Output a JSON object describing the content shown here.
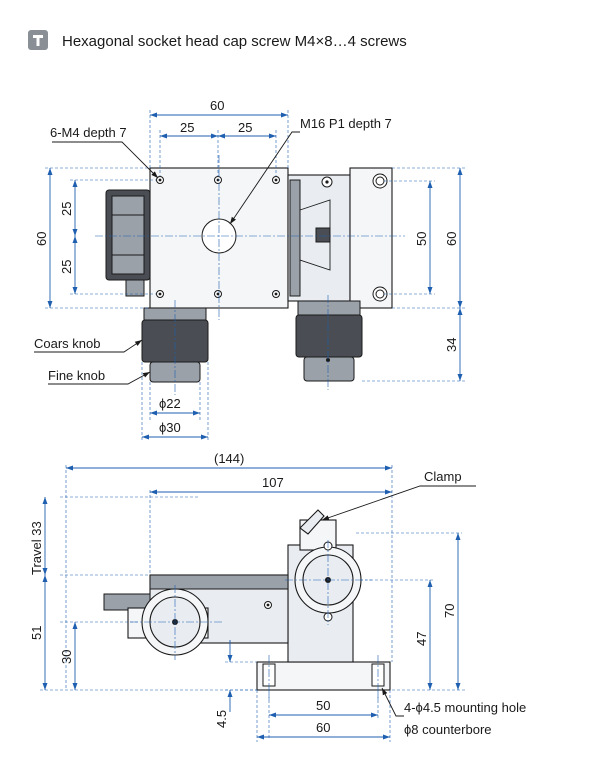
{
  "header": {
    "icon": "screw-icon",
    "note": "Hexagonal socket head cap screw M4×8…4 screws"
  },
  "top_view": {
    "width_total": "60",
    "hole_pitch_a": "25",
    "hole_pitch_b": "25",
    "height_total": "60",
    "height_pitch_a": "25",
    "height_pitch_b": "25",
    "tapped_holes": "6-M4 depth 7",
    "center_thread": "M16 P1 depth 7",
    "base_pitch": "50",
    "base_height": "60",
    "knob_offset": "34",
    "coarse_knob": "Coars knob",
    "fine_knob": "Fine knob",
    "dia_fine": "ϕ22",
    "dia_coarse": "ϕ30"
  },
  "side_view": {
    "overall_length": "(144)",
    "length_107": "107",
    "travel": "Travel 33",
    "height_51": "51",
    "height_30": "30",
    "height_47": "47",
    "height_70": "70",
    "base_thickness": "4.5",
    "mount_pitch": "50",
    "base_width": "60",
    "clamp": "Clamp",
    "mount_hole": "4-ϕ4.5 mounting hole",
    "counterbore": "ϕ8 counterbore"
  },
  "colors": {
    "dimension_line": "#1f5fb0",
    "body_fill": "#e9edf2",
    "knob_dark": "#4a4e54"
  }
}
